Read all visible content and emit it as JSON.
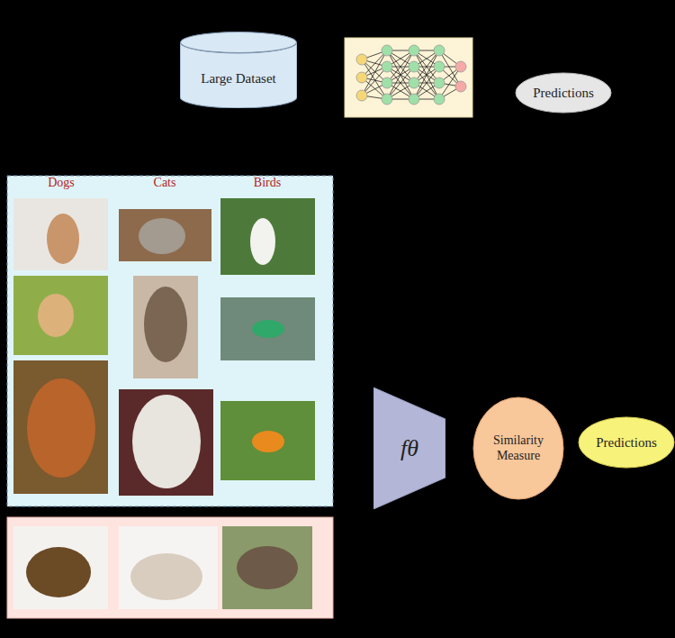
{
  "diagram": {
    "nodes": [
      {
        "text": [
          "Large Dataset"
        ]
      },
      {
        "text": [
          "Predictions"
        ]
      },
      {
        "text": [
          "fθ"
        ]
      },
      {
        "text": [
          "Similarity Measure"
        ]
      },
      {
        "text": [
          "Predictions"
        ]
      }
    ],
    "labels": [
      "Dogs",
      "Cats",
      "Birds"
    ]
  }
}
